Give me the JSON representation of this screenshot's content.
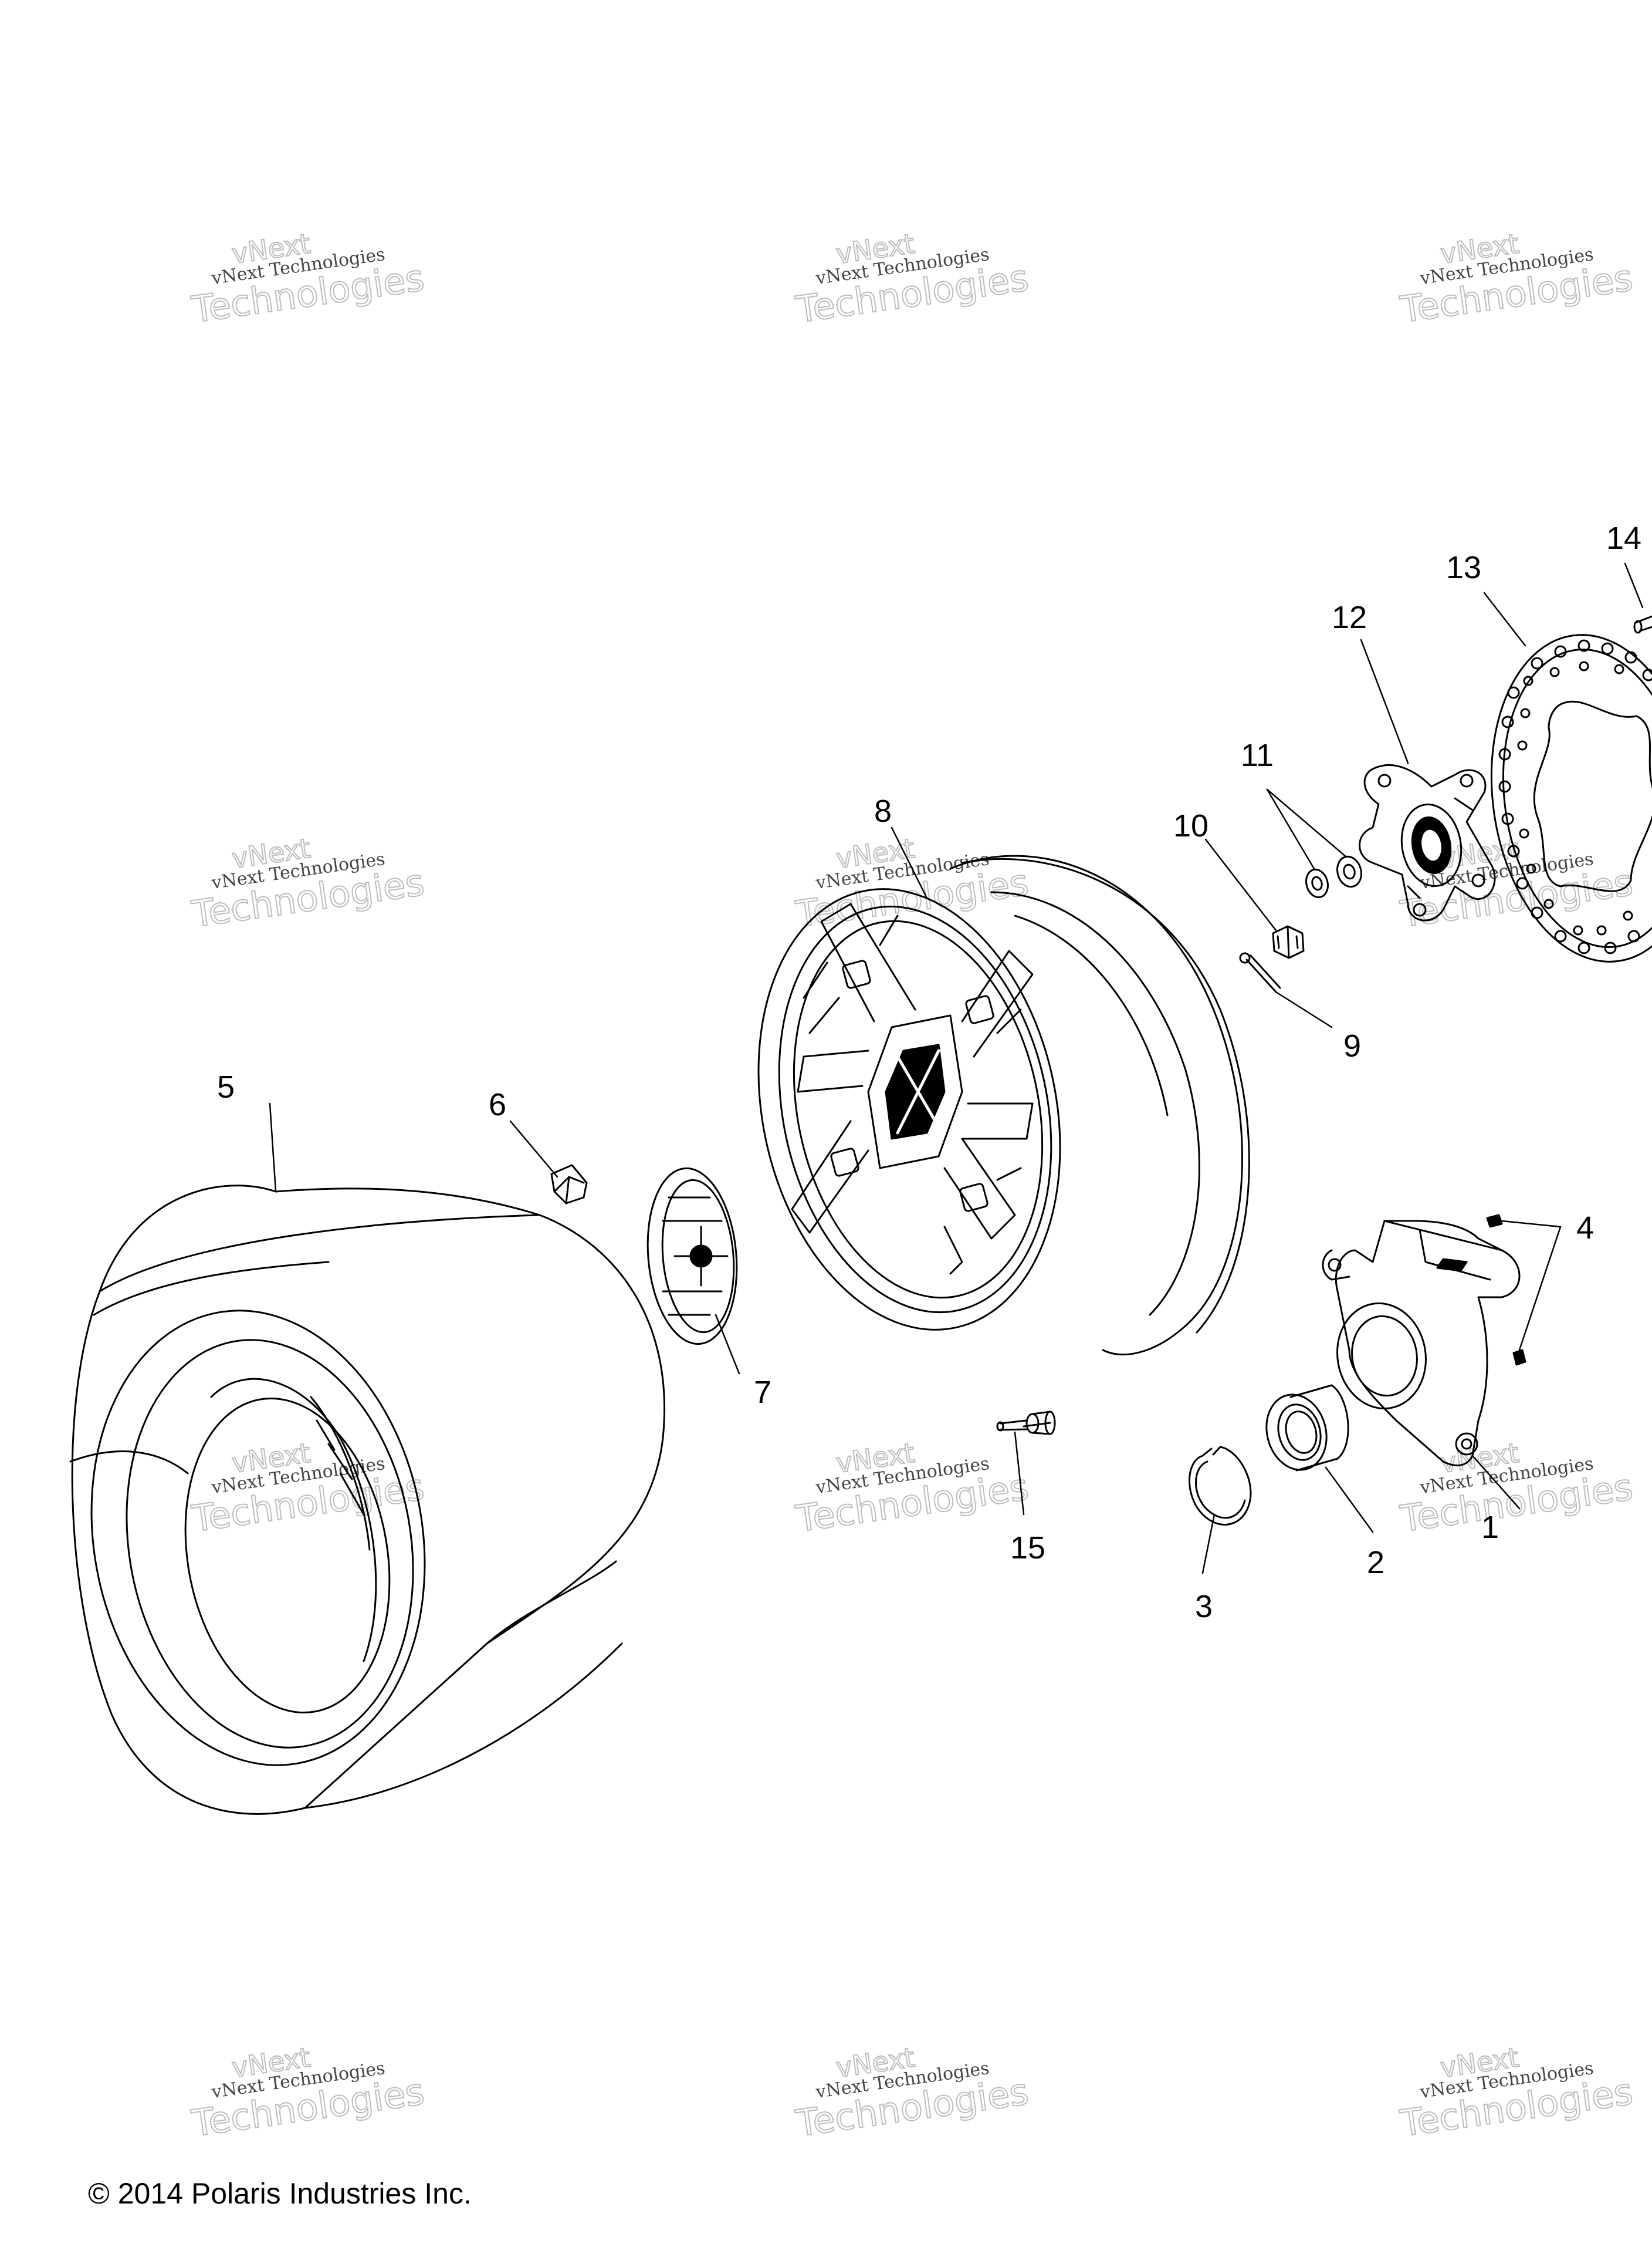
{
  "callouts": [
    {
      "id": "1",
      "label": "1",
      "part": "hub-carrier"
    },
    {
      "id": "2",
      "label": "2",
      "part": "bearing"
    },
    {
      "id": "3",
      "label": "3",
      "part": "retaining-ring"
    },
    {
      "id": "4",
      "label": "4",
      "part": "grease-fitting"
    },
    {
      "id": "5",
      "label": "5",
      "part": "tire"
    },
    {
      "id": "6",
      "label": "6",
      "part": "valve-stem"
    },
    {
      "id": "7",
      "label": "7",
      "part": "center-cap"
    },
    {
      "id": "8",
      "label": "8",
      "part": "wheel-rim"
    },
    {
      "id": "9",
      "label": "9",
      "part": "cotter-pin"
    },
    {
      "id": "10",
      "label": "10",
      "part": "castle-nut"
    },
    {
      "id": "11",
      "label": "11",
      "part": "washers"
    },
    {
      "id": "12",
      "label": "12",
      "part": "wheel-hub"
    },
    {
      "id": "13",
      "label": "13",
      "part": "brake-disc"
    },
    {
      "id": "14",
      "label": "14",
      "part": "wheel-stud"
    },
    {
      "id": "15",
      "label": "15",
      "part": "bolt"
    }
  ],
  "watermark": {
    "line1": "vNext Technologies",
    "line2a": "vNext",
    "line2b": "Technologies"
  },
  "copyright": "© 2014 Polaris Industries Inc.",
  "colors": {
    "line": "#000000",
    "watermark_text": "#444444",
    "watermark_outline": "#bdbdbd"
  }
}
